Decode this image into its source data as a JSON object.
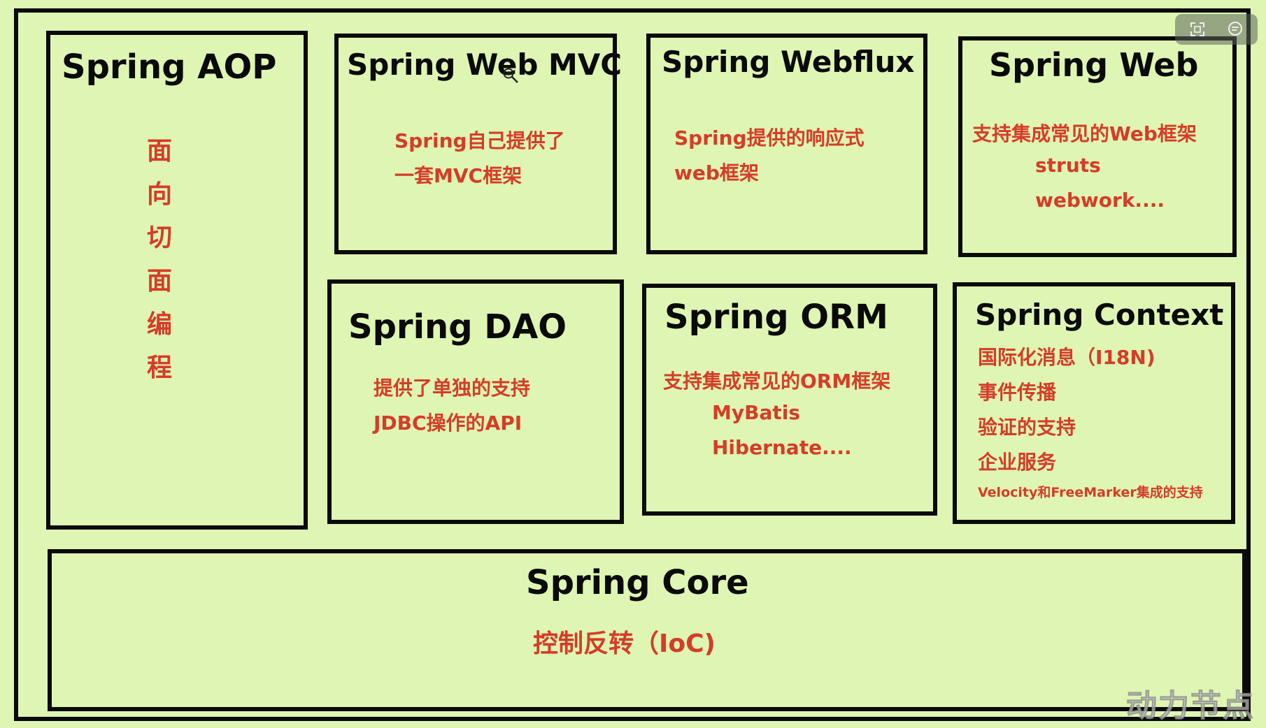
{
  "aop": {
    "title": "Spring AOP",
    "chars": [
      "面",
      "向",
      "切",
      "面",
      "编",
      "程"
    ]
  },
  "webmvc": {
    "title": "Spring Web MVC",
    "line1": "Spring自己提供了",
    "line2": "一套MVC框架"
  },
  "webflux": {
    "title": "Spring Webflux",
    "line1": "Spring提供的响应式",
    "line2": "web框架"
  },
  "web": {
    "title": "Spring Web",
    "line1": "支持集成常见的Web框架",
    "line2": "struts",
    "line3": "webwork...."
  },
  "dao": {
    "title": "Spring DAO",
    "line1": "提供了单独的支持",
    "line2": "JDBC操作的API"
  },
  "orm": {
    "title": "Spring ORM",
    "line1": "支持集成常见的ORM框架",
    "line2": "MyBatis",
    "line3": "Hibernate...."
  },
  "context": {
    "title": "Spring Context",
    "line1": "国际化消息（I18N)",
    "line2": "事件传播",
    "line3": "验证的支持",
    "line4": "企业服务",
    "line5": "Velocity和FreeMarker集成的支持"
  },
  "core": {
    "title": "Spring Core",
    "line1": "控制反转（IoC)"
  },
  "watermark": "动力节点",
  "colors": {
    "background": "#dff5b3",
    "border": "#0a0a0a",
    "accent": "#d63c28"
  },
  "toolbar": {
    "icons": [
      "expand-icon",
      "comment-icon"
    ]
  }
}
